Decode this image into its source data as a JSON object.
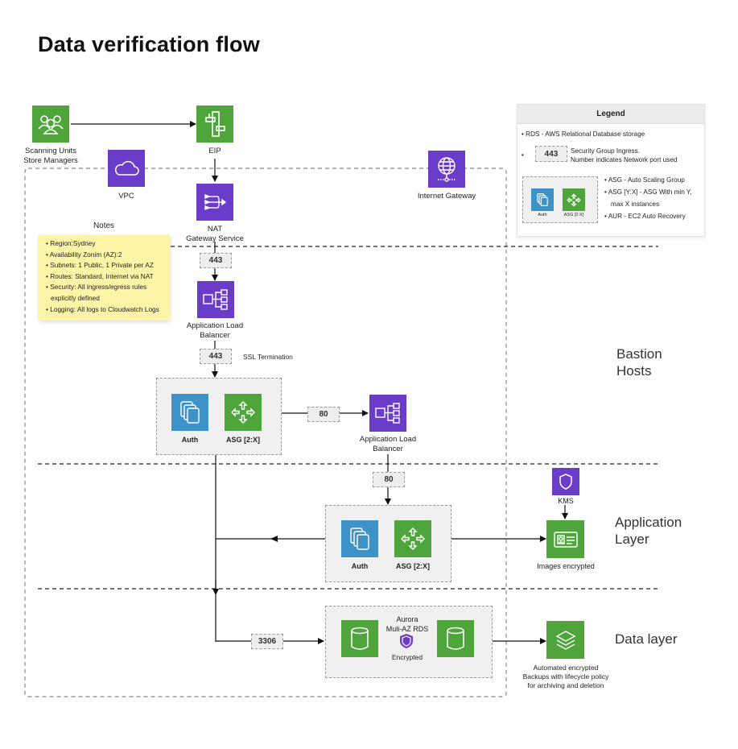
{
  "title": "Data verification flow",
  "nodes": {
    "users": {
      "label_line1": "Scanning Units",
      "label_line2": "Store Managers",
      "icon": "users-icon"
    },
    "eip": {
      "label": "EIP",
      "icon": "eip-icon"
    },
    "vpc": {
      "label": "VPC",
      "icon": "cloud-icon"
    },
    "nat": {
      "label_line1": "NAT",
      "label_line2": "Gateway Service",
      "icon": "nat-gateway-icon"
    },
    "internet_gateway": {
      "label": "Internet Gateway",
      "icon": "globe-icon"
    },
    "alb_public": {
      "label_line1": "Application Load",
      "label_line2": "Balancer",
      "icon": "load-balancer-icon"
    },
    "bastion_auth": {
      "label": "Auth",
      "icon": "auth-icon"
    },
    "bastion_asg": {
      "label": "ASG [2:X]",
      "icon": "asg-icon"
    },
    "alb_internal": {
      "label_line1": "Application Load",
      "label_line2": "Balancer",
      "icon": "load-balancer-icon"
    },
    "app_auth": {
      "label": "Auth",
      "icon": "auth-icon"
    },
    "app_asg": {
      "label": "ASG [2:X]",
      "icon": "asg-icon"
    },
    "kms": {
      "label": "KMS",
      "icon": "shield-icon"
    },
    "images": {
      "label": "Images encrypted",
      "icon": "id-card-icon"
    },
    "rds": {
      "label_line1": "Aurora",
      "label_line2": "Muli-AZ RDS",
      "encrypted_label": "Encrypted",
      "icon": "database-icon"
    },
    "backups": {
      "label_line1": "Automated encrypted",
      "label_line2": "Backups with lifecycle policy",
      "label_line3": "for archiving and deletion",
      "icon": "layers-icon"
    }
  },
  "ports": {
    "nat_to_alb": "443",
    "alb_to_bastion": "443",
    "bastion_to_alb": "80",
    "alb_to_app": "80",
    "to_rds": "3306"
  },
  "annotations": {
    "ssl": "SSL Termination"
  },
  "layers": {
    "bastion_line1": "Bastion",
    "bastion_line2": "Hosts",
    "app_line1": "Application",
    "app_line2": "Layer",
    "data": "Data layer"
  },
  "notes": {
    "title": "Notes",
    "items": [
      "Region:Sydney",
      "Availability Zonim (AZ):2",
      "Subnets: 1 Public, 1 Private per AZ",
      "Routes: Standard, Internet via NAT",
      "Security: All ingress/egress rules",
      "Logging: All logs to Cloudwatch Logs"
    ],
    "security_continuation": "explicitly defined"
  },
  "legend": {
    "title": "Legend",
    "rds": "RDS - AWS Relational Database storage",
    "port_sample": "443",
    "port_line1": "Security Group Ingress.",
    "port_line2": "Number  indicates Network port used",
    "sample_auth": "Auth",
    "sample_asg": "ASG [2:X]",
    "asg_line1": "ASG - Auto Scaling Group",
    "asg_line2": "ASG [Y:X] - ASG With min Y,",
    "asg_line3": "max X instances",
    "aur_line": "AUR - EC2 Auto Recovery"
  },
  "colors": {
    "green": "#4fa53c",
    "purple": "#6b3bc9",
    "blue": "#3d93c8",
    "notes": "#fdf4a8"
  }
}
